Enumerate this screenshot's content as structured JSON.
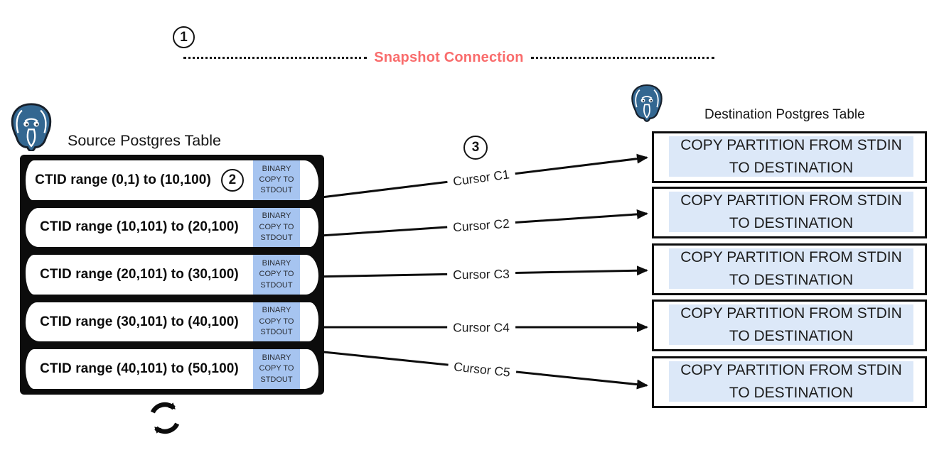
{
  "colors": {
    "accent_red": "#f96c6c",
    "postgres_blue": "#336791",
    "badge_blue": "#a6c4f0",
    "destination_blue": "#dce8f8",
    "line_black": "#0d0d0d"
  },
  "steps": {
    "one": "1",
    "two": "2",
    "three": "3"
  },
  "top": {
    "snapshot_label": "Snapshot Connection"
  },
  "source": {
    "title": "Source Postgres Table",
    "rows": [
      {
        "label": "CTID range (0,1) to (10,100)",
        "badge": "BINARY COPY TO STDOUT"
      },
      {
        "label": "CTID range (10,101) to (20,100)",
        "badge": "BINARY COPY TO STDOUT"
      },
      {
        "label": "CTID range (20,101) to (30,100)",
        "badge": "BINARY COPY TO STDOUT"
      },
      {
        "label": "CTID range (30,101) to (40,100)",
        "badge": "BINARY COPY TO STDOUT"
      },
      {
        "label": "CTID range (40,101) to (50,100)",
        "badge": "BINARY COPY TO STDOUT"
      }
    ]
  },
  "cursors": {
    "items": [
      {
        "label": "Cursor C1"
      },
      {
        "label": "Cursor C2"
      },
      {
        "label": "Cursor C3"
      },
      {
        "label": "Cursor C4"
      },
      {
        "label": "Cursor C5"
      }
    ]
  },
  "destination": {
    "title": "Destination Postgres Table",
    "boxes": [
      {
        "text": "COPY PARTITION FROM STDIN TO DESTINATION"
      },
      {
        "text": "COPY PARTITION FROM STDIN TO DESTINATION"
      },
      {
        "text": "COPY PARTITION FROM STDIN TO DESTINATION"
      },
      {
        "text": "COPY PARTITION FROM STDIN TO DESTINATION"
      },
      {
        "text": "COPY PARTITION FROM STDIN TO DESTINATION"
      }
    ]
  }
}
